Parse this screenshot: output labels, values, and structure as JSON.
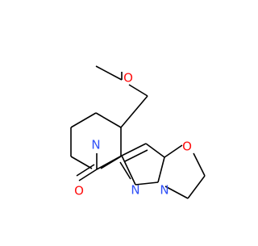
{
  "molecule": {
    "atoms": {
      "ether_oxygen": {
        "label": "O",
        "color": "#ff0d0d"
      },
      "piperidine_nitrogen": {
        "label": "N",
        "color": "#3050f8"
      },
      "carbonyl_oxygen": {
        "label": "O",
        "color": "#ff0d0d"
      },
      "pyrazole_nitrogen_1": {
        "label": "N",
        "color": "#3050f8"
      },
      "pyrazole_nitrogen_2": {
        "label": "N",
        "color": "#3050f8"
      },
      "fused_ring_oxygen": {
        "label": "O",
        "color": "#ff0d0d"
      }
    },
    "bond_color": "#000000"
  }
}
